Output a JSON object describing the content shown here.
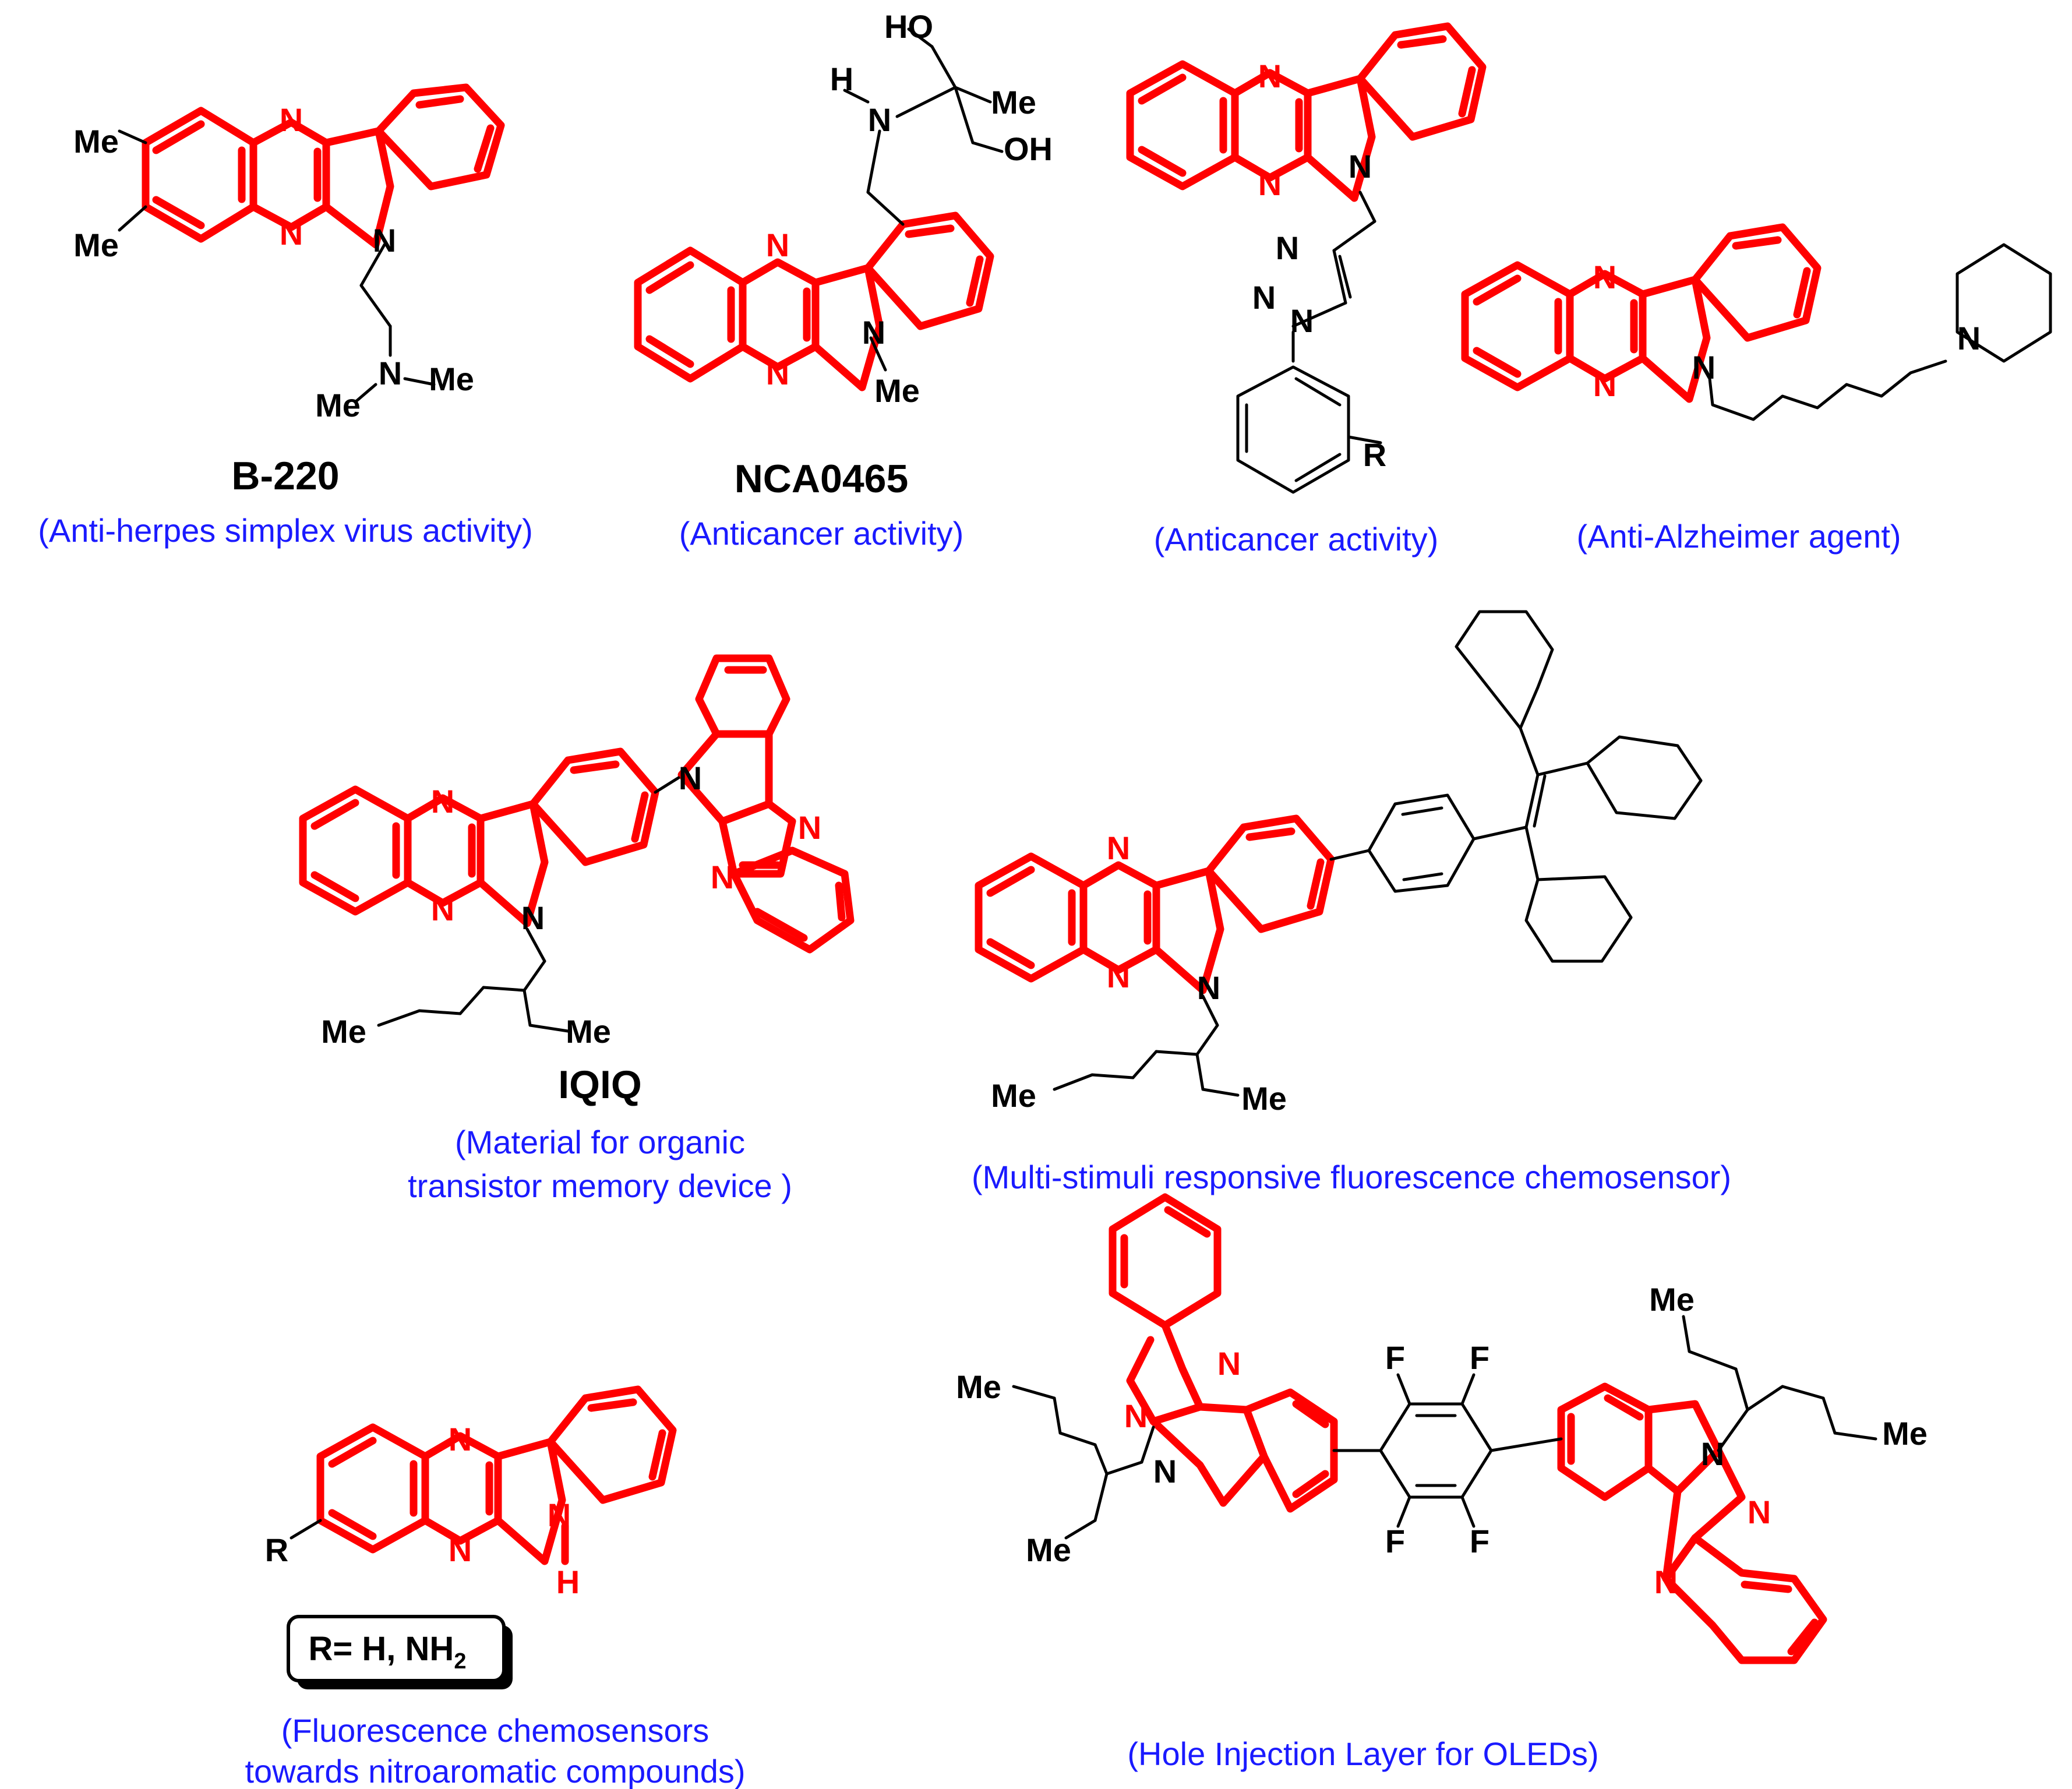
{
  "compounds": [
    {
      "id": "b220",
      "name": "B-220",
      "caption": "(Anti-herpes simplex virus activity)"
    },
    {
      "id": "nca0465",
      "name": "NCA0465",
      "caption": "(Anticancer activity)"
    },
    {
      "id": "triazole",
      "name": "",
      "caption": "(Anticancer activity)"
    },
    {
      "id": "alzheimer",
      "name": "",
      "caption": "(Anti-Alzheimer agent)"
    },
    {
      "id": "iqiq",
      "name": "IQIQ",
      "caption_lines": [
        "(Material for organic",
        "transistor memory device )"
      ]
    },
    {
      "id": "tpe",
      "name": "",
      "caption": "(Multi-stimuli responsive fluorescence chemosensor)"
    },
    {
      "id": "sensor",
      "name": "",
      "caption_lines": [
        "(Fluorescence chemosensors",
        "towards nitroaromatic compounds)"
      ],
      "note": "R= H, NH",
      "note_subscript": "2"
    },
    {
      "id": "oled",
      "name": "",
      "caption": "(Hole Injection Layer for OLEDs)"
    }
  ],
  "atoms": {
    "N": "N",
    "Me": "Me",
    "H": "H",
    "HO": "HO",
    "OH": "OH",
    "R": "R",
    "F": "F"
  },
  "colors": {
    "core": "#ff0000",
    "substituent": "#000000",
    "caption": "#1a1aff"
  }
}
